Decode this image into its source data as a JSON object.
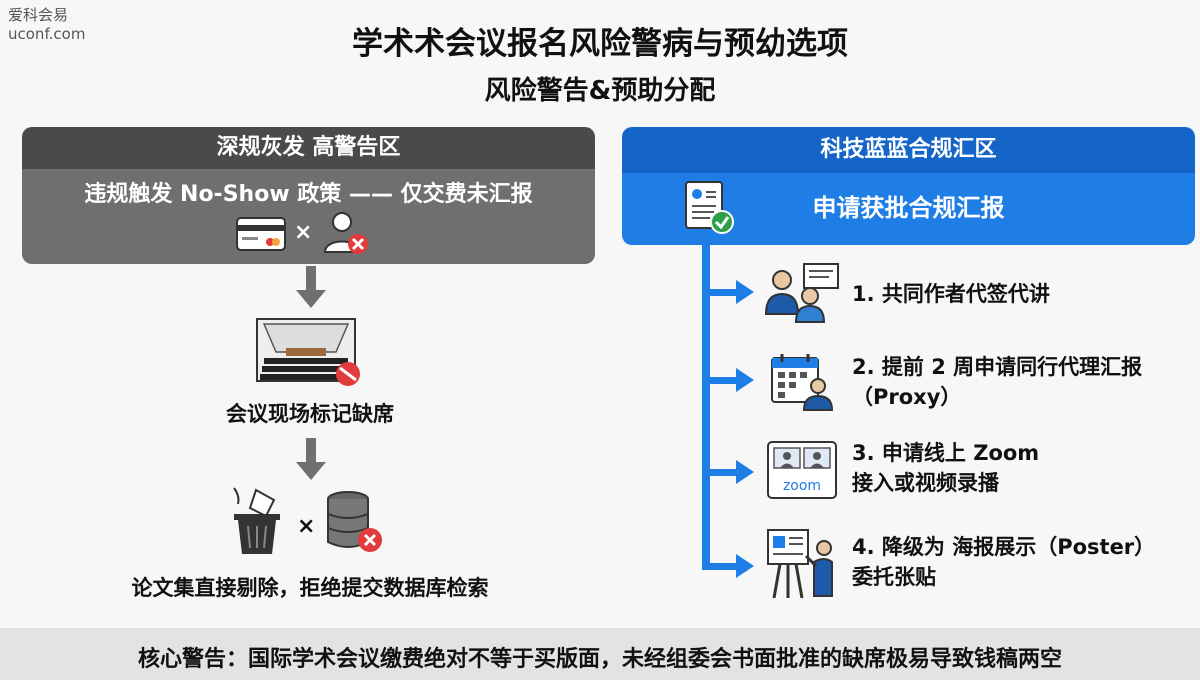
{
  "watermark": {
    "line1": "爱科会易",
    "line2": "uconf.com"
  },
  "header": {
    "title": "学术术会议报名风险警病与预幼选项",
    "subtitle": "风险警告&预助分配"
  },
  "left_panel": {
    "heading": "深规灰发 高警告区",
    "policy": "违规触发 No-Show 政策 —— 仅交费未汇报",
    "times_symbol": "×",
    "step1_label": "会议现场标记缺席",
    "step2_label": "论文集直接剔除，拒绝提交数据库检索",
    "colors": {
      "head": "#4a4a4a",
      "body": "#6f6f6f",
      "arrow": "#707070",
      "cross": "#e23b3b"
    }
  },
  "right_panel": {
    "heading": "科技蓝蓝合规汇区",
    "subheading": "申请获批合规汇报",
    "options": [
      {
        "line1": "1. 共同作者代签代讲",
        "line2": ""
      },
      {
        "line1": "2. 提前 2 周申请同行代理汇报",
        "line2": "（Proxy）"
      },
      {
        "line1": "3. 申请线上 Zoom",
        "line2": "接入或视频录播"
      },
      {
        "line1": "4. 降级为 海报展示（Poster）",
        "line2": "委托张贴"
      }
    ],
    "zoom_logo_text": "zoom",
    "colors": {
      "head": "#1565c8",
      "body": "#1e7ee6",
      "check": "#2e9e4a"
    }
  },
  "footer": {
    "text": "核心警告：国际学术会议缴费绝对不等于买版面，未经组委会书面批准的缺席极易导致钱稿两空"
  }
}
